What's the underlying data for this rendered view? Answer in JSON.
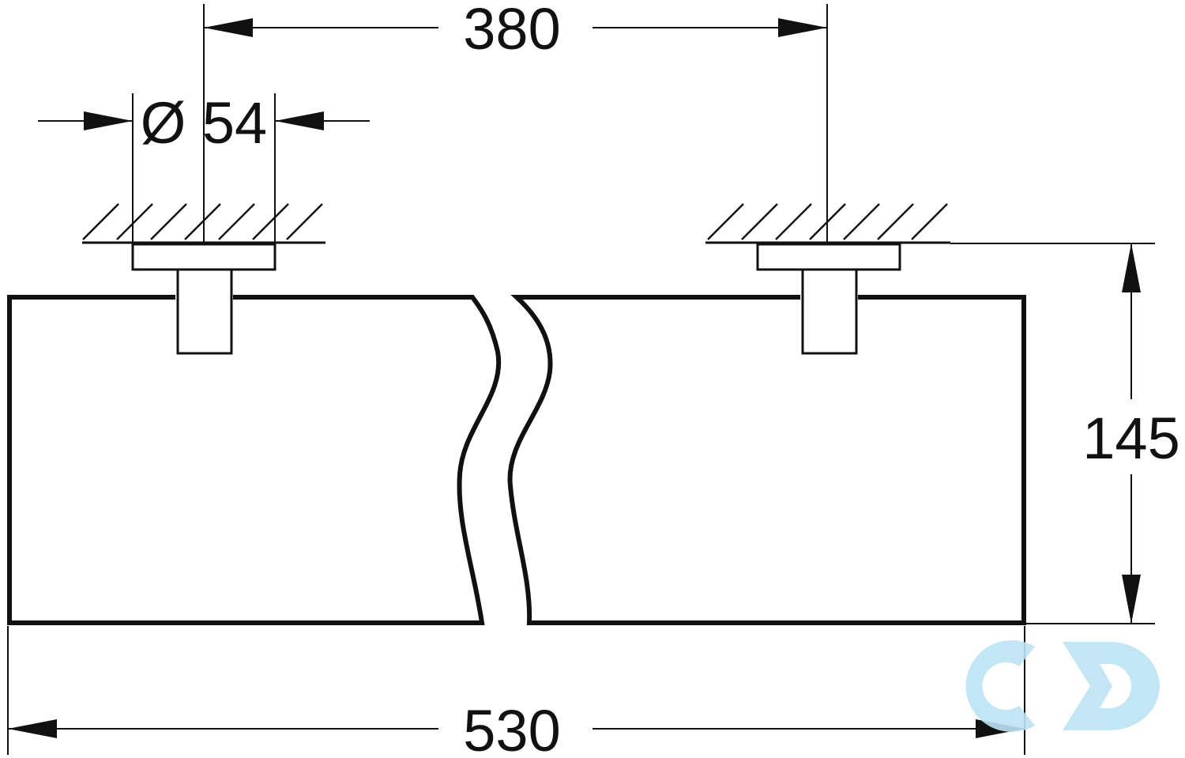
{
  "dimensions": {
    "mount_spacing": "380",
    "diameter": "Ø 54",
    "height": "145",
    "total_length": "530"
  },
  "colors": {
    "line": "#111111",
    "background": "#ffffff",
    "logo": "#bde3f3"
  },
  "watermark_logo": "cd"
}
